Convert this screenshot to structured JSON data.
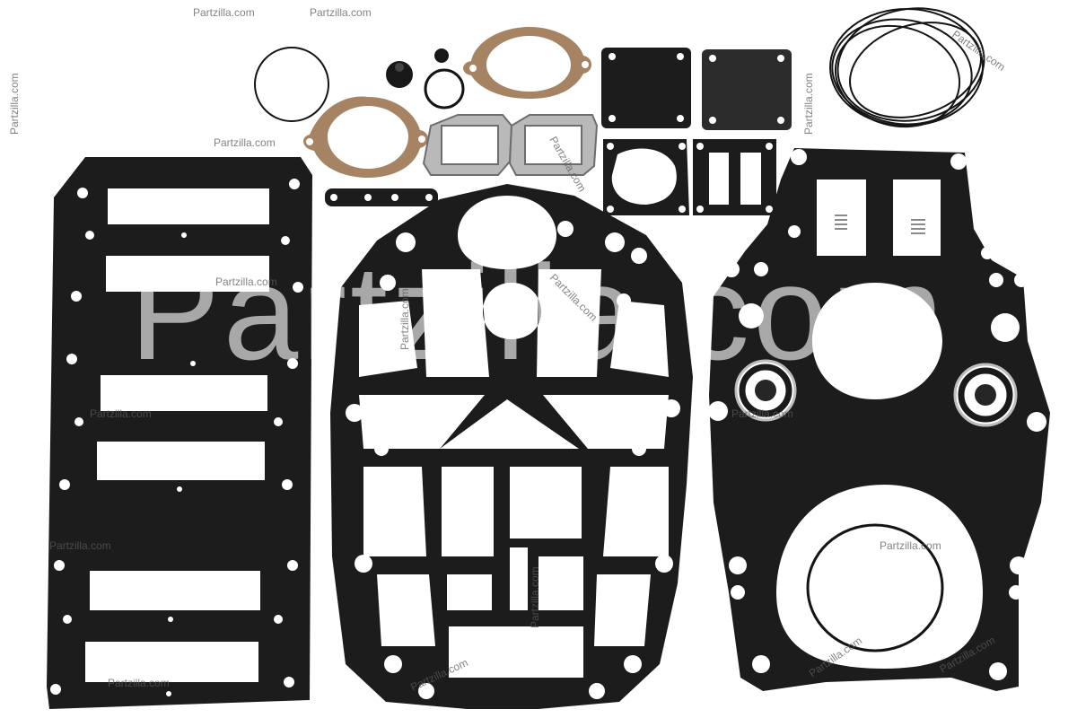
{
  "product_photo": {
    "subject": "gasket-kit",
    "background_color": "#ffffff",
    "gasket_color": "#1c1c1c",
    "gray_gasket_color": "#b9b9b9",
    "cork_rim_color": "#a68463"
  },
  "watermark": {
    "large_text": "Partzilla.com",
    "small_text": "Partzilla.com"
  }
}
